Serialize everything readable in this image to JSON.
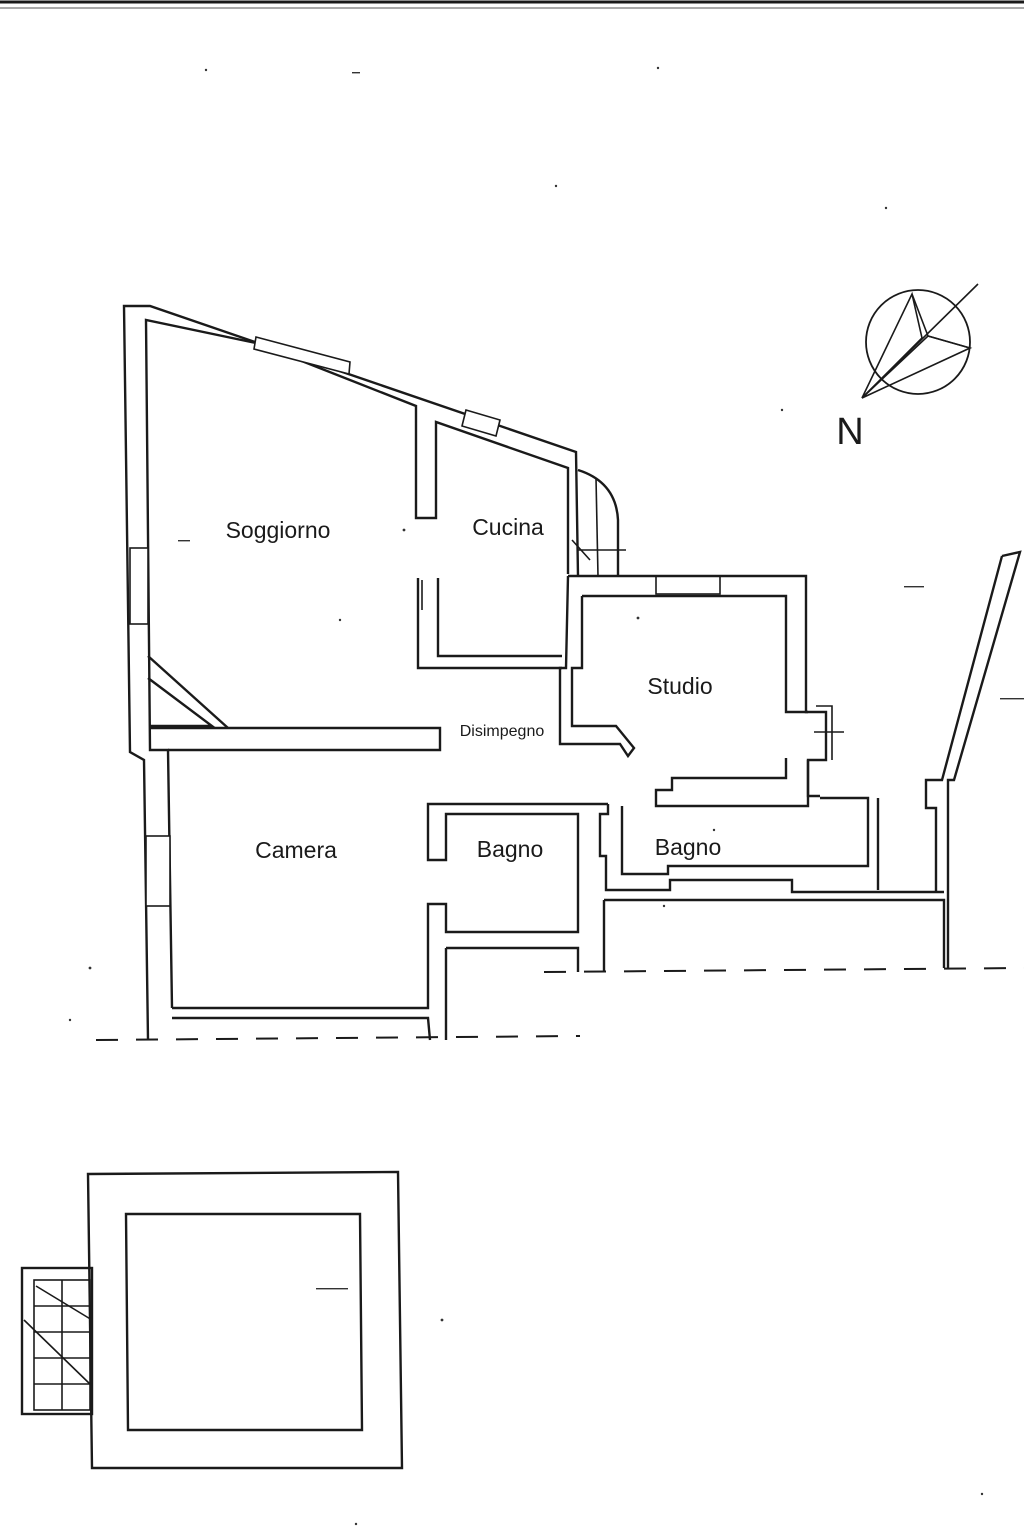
{
  "rooms": {
    "soggiorno": "Soggiorno",
    "cucina": "Cucina",
    "studio": "Studio",
    "disimpegno": "Disimpegno",
    "camera": "Camera",
    "bagno_1": "Bagno",
    "bagno_2": "Bagno"
  },
  "compass": {
    "north_label": "N",
    "icon": "north-arrow-icon"
  },
  "colors": {
    "ink": "#1a1a1a",
    "paper": "#ffffff"
  }
}
